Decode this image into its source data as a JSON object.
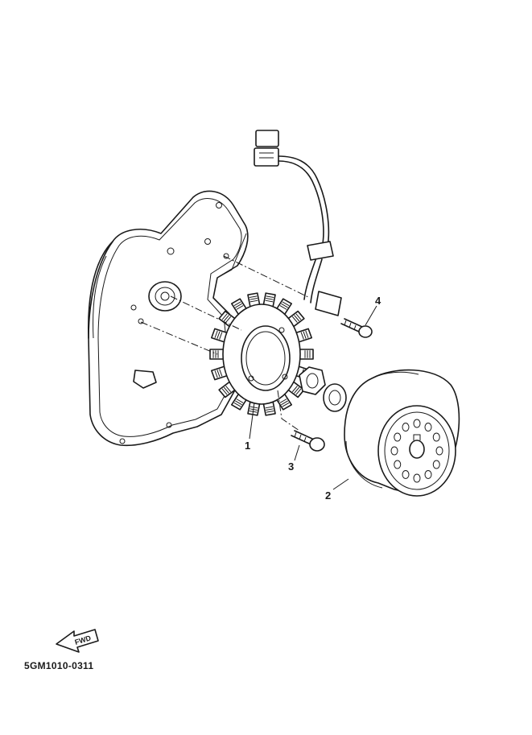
{
  "callouts": [
    {
      "id": "1",
      "label": "1"
    },
    {
      "id": "2",
      "label": "2"
    },
    {
      "id": "3",
      "label": "3"
    },
    {
      "id": "4",
      "label": "4"
    }
  ],
  "direction_arrow": {
    "label": "FWD"
  },
  "diagram_code": "5GM1010-0311",
  "colors": {
    "ink": "#1a1a1a",
    "background": "#ffffff"
  }
}
